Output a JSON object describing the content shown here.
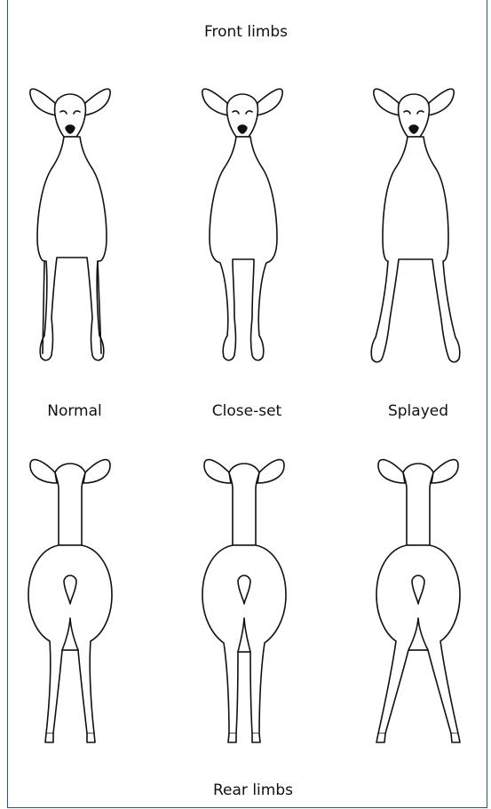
{
  "diagram": {
    "front_title": "Front limbs",
    "rear_title": "Rear limbs",
    "columns": [
      {
        "label": "Normal"
      },
      {
        "label": "Close-set"
      },
      {
        "label": "Splayed"
      }
    ],
    "line_color": "#111111",
    "frame_color": "#1f5f6f"
  }
}
